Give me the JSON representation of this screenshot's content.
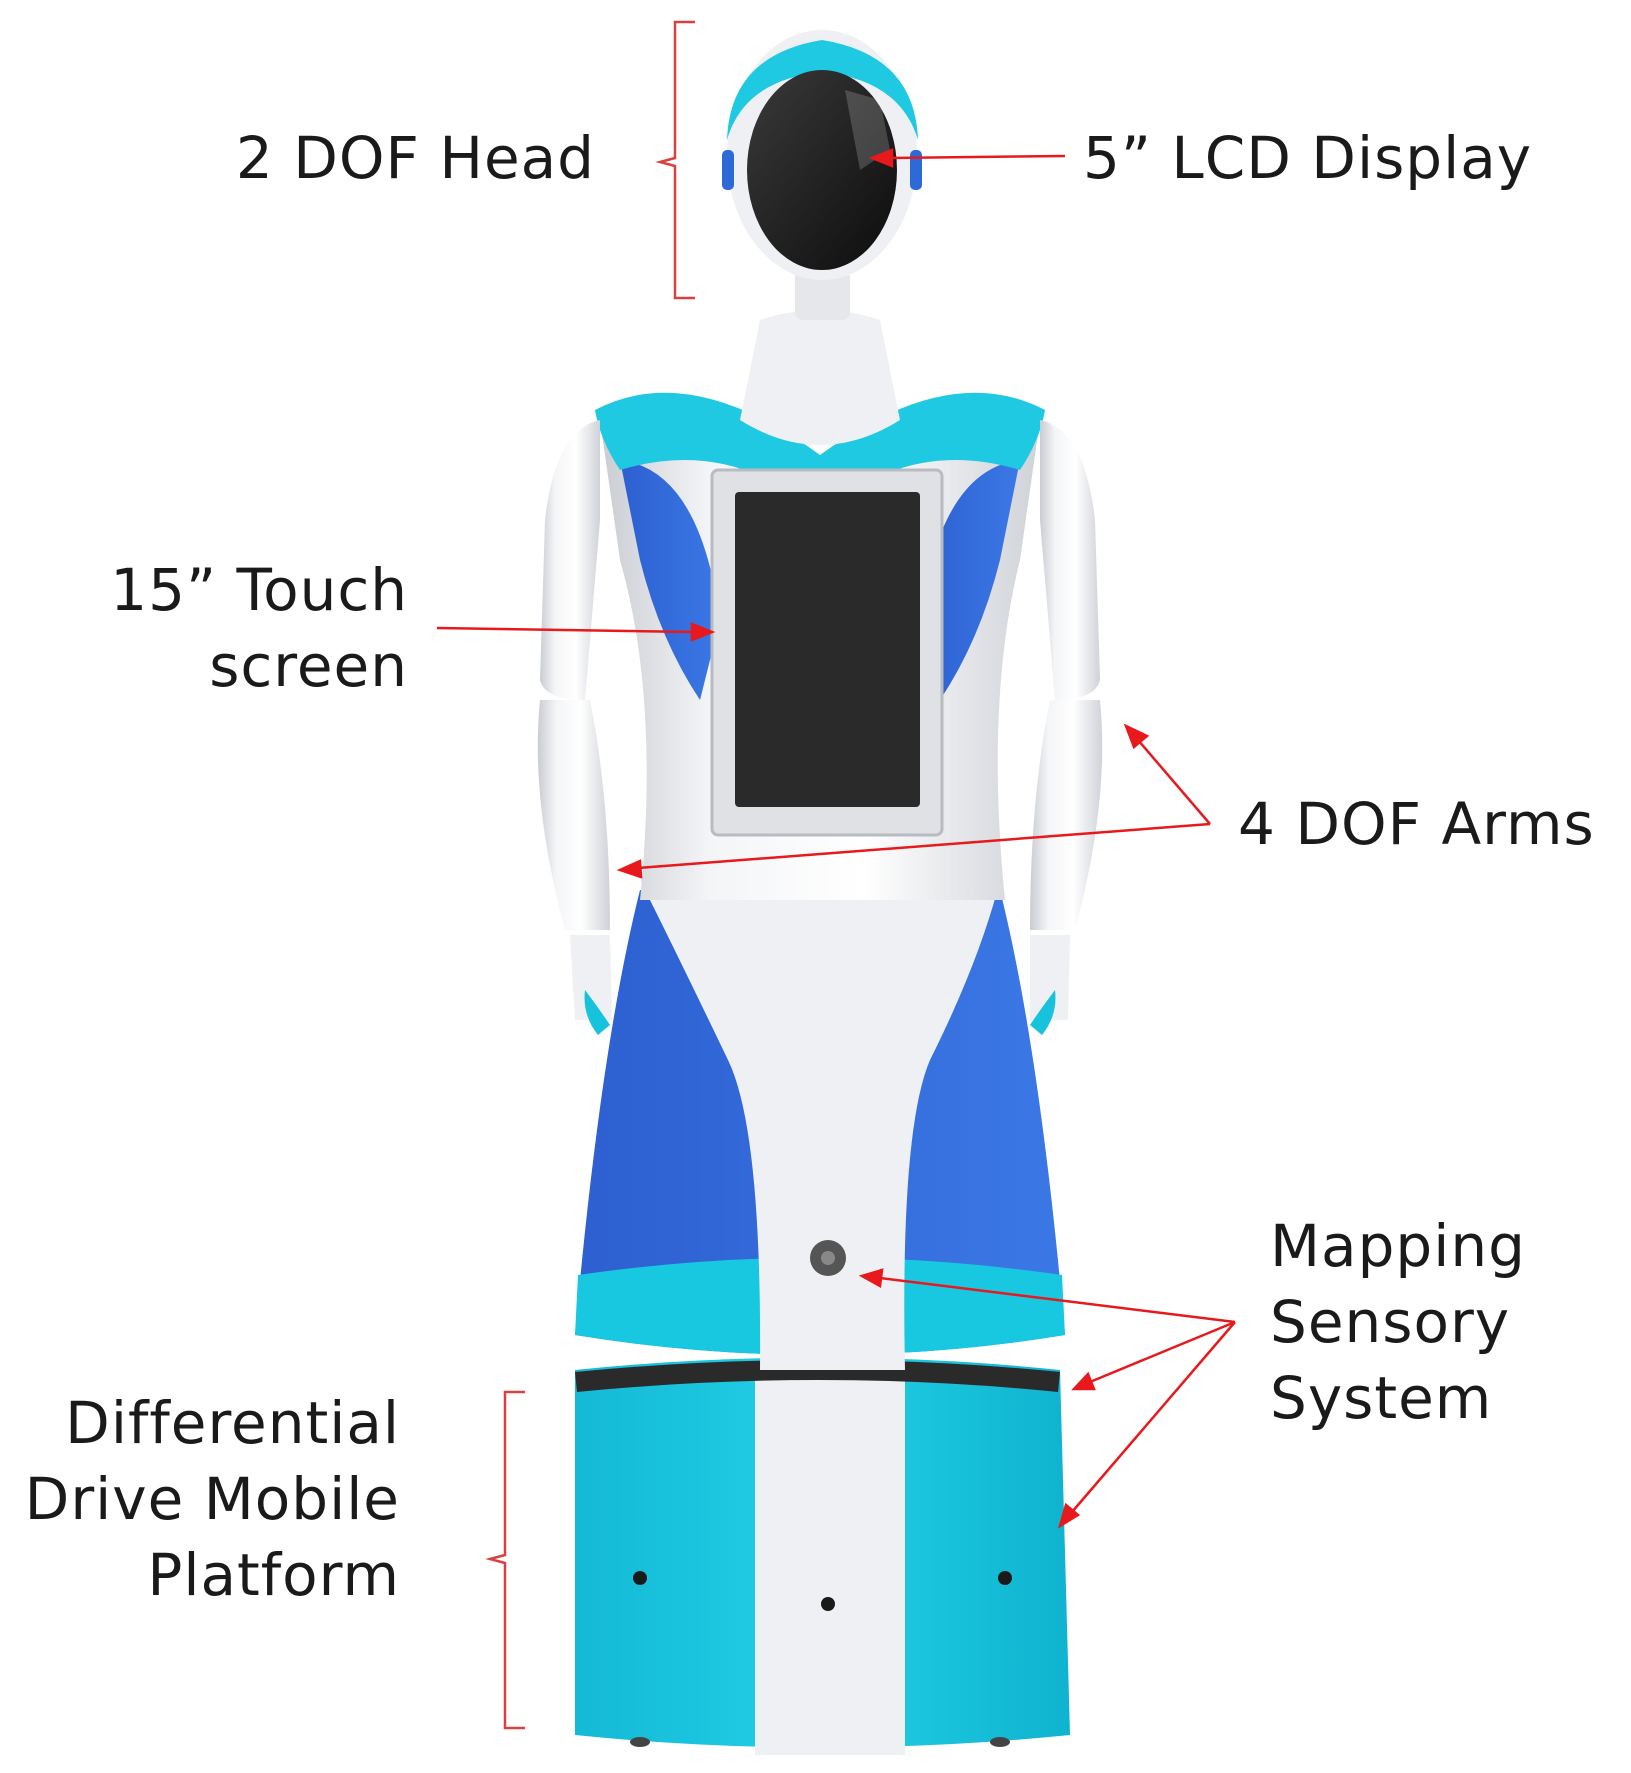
{
  "labels": {
    "head": "2 DOF Head",
    "lcd": "5” LCD Display",
    "touch_line1": "15” Touch",
    "touch_line2": "screen",
    "arms": "4 DOF Arms",
    "mapping_line1": "Mapping",
    "mapping_line2": "Sensory",
    "mapping_line3": "System",
    "platform_line1": "Differential",
    "platform_line2": "Drive Mobile",
    "platform_line3": "Platform"
  },
  "colors": {
    "annotation": "#e8191c",
    "bracket": "#d9413f",
    "robot_white": "#eef0f3",
    "robot_cyan": "#12c9de",
    "robot_blue": "#2c62d6",
    "screen": "#2a2a2a"
  }
}
